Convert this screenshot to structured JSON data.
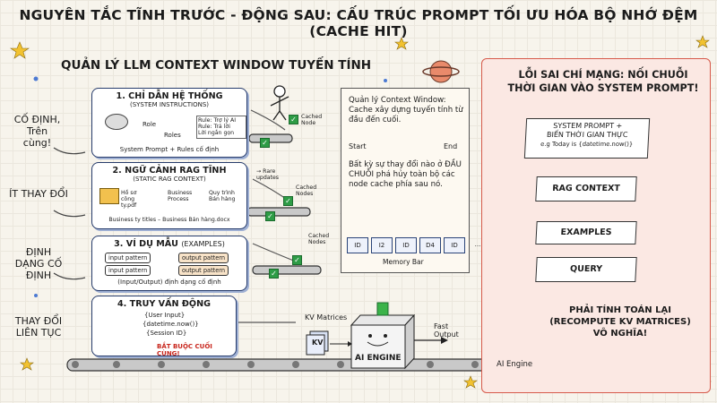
{
  "title": "NGUYÊN TẮC TĨNH TRƯỚC - ĐỘNG SAU: CẤU TRÚC PROMPT TỐI ƯU HÓA BỘ NHỚ ĐỆM (CACHE HIT)",
  "subtitle": "QUẢN LÝ LLM CONTEXT WINDOW TUYẾN TÍNH",
  "left_labels": {
    "fixed": "CỐ ĐỊNH, Trên cùng!",
    "rarely": "ÍT THAY ĐỔI",
    "format": "ĐỊNH DẠNG CỐ ĐỊNH",
    "continuous": "THAY ĐỔI LIÊN TỤC"
  },
  "layers": [
    {
      "heading": "1. CHỈ DẪN HỆ THỐNG",
      "subheading": "(SYSTEM INSTRUCTIONS)",
      "role1": "Role",
      "role2": "Roles",
      "notes": "Rule: Trợ lý AI\nRule: Trả lời\nLời ngắn gọn",
      "footer": "System Prompt + Rules cố định"
    },
    {
      "heading": "2. NGỮ CẢNH RAG TĨNH",
      "subheading": "(STATIC RAG CONTEXT)",
      "doc1": "Hồ sơ công ty.pdf",
      "doc2": "Business Process",
      "doc3": "Quy trình Bán hàng",
      "footer": "Business ty titles – Business Bán hàng.docx"
    },
    {
      "heading": "3. VÍ DỤ MẪU",
      "subheading": "(EXAMPLES)",
      "input": "input pattern",
      "output": "output pattern",
      "footer": "(Input/Output) định dạng cố định"
    },
    {
      "heading": "4. TRUY VẤN ĐỘNG",
      "line1": "{User Input}",
      "line2": "{datetime.now()}",
      "line3": "{Session ID}",
      "warning": "BẮT BUỘC CUỐI CÙNG!"
    }
  ],
  "cache_labels": {
    "cached_node": "Cached Node",
    "rare_updates": "→ Rare updates",
    "cached_nodes": "Cached Nodes",
    "cached_nodes2": "Cached Nodes"
  },
  "engine": {
    "kv_matrices": "KV Matrices",
    "kv_box": "KV",
    "label": "AI ENGINE",
    "fast_output": "Fast Output"
  },
  "context_panel": {
    "heading": "Quản lý Context Window:",
    "body": "Cache xây dựng tuyến tính từ đầu đến cuối.",
    "start": "Start",
    "end": "End",
    "warning": "Bất kỳ sự thay đổi nào ở ĐẦU CHUỖI phá hủy toàn bộ các node cache phía sau nó.",
    "memory_cells": [
      "ID",
      "I2",
      "ID",
      "D4",
      "ID",
      "..."
    ],
    "memory_label": "Memory Bar"
  },
  "error_panel": {
    "heading": "LỖI SAI CHÍ MẠNG: NỐI CHUỖI THỜI GIAN VÀO SYSTEM PROMPT!",
    "sys_box_line1": "SYSTEM PROMPT +",
    "sys_box_line2": "BIẾN THỜI GIAN THỰC",
    "sys_box_line3": "e.g Today is {datetime.now()}",
    "rag": "RAG CONTEXT",
    "examples": "EXAMPLES",
    "query": "QUERY",
    "recompute": "PHẢI TÍNH TOÁN LẠI (RECOMPUTE KV MATRICES) VÔ NGHĨA!",
    "engine_label": "AI Engine"
  },
  "colors": {
    "navy": "#263b6b",
    "red": "#c8261d",
    "green": "#2e9c46",
    "panel_pink": "#fbe8e3"
  }
}
